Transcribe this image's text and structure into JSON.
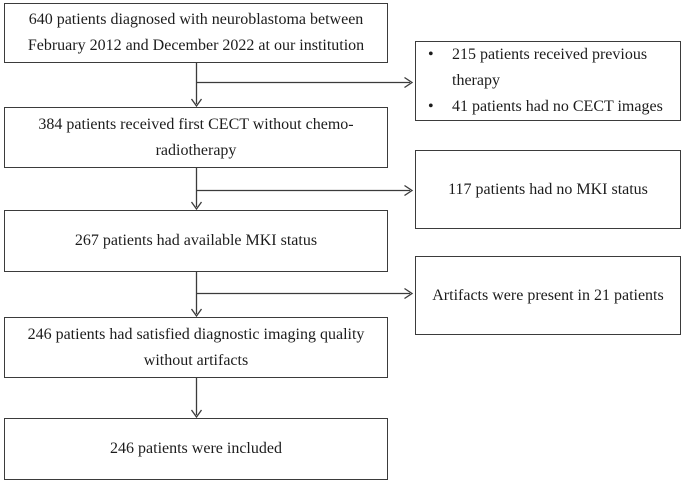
{
  "figure": {
    "colors": {
      "background": "#ffffff",
      "box_border": "#3b3b3b",
      "arrow": "#3b3b3b",
      "text": "#1c1c1c"
    },
    "bullet_glyph": "•",
    "main_boxes": [
      {
        "lines": [
          "640 patients diagnosed with neuroblastoma between",
          "February 2012 and December 2022 at our institution"
        ]
      },
      {
        "lines": [
          "384 patients received first CECT without chemo-",
          "radiotherapy"
        ]
      },
      {
        "lines": [
          "267 patients had available MKI status"
        ]
      },
      {
        "lines": [
          "246 patients had satisfied diagnostic imaging quality",
          "without artifacts"
        ]
      },
      {
        "lines": [
          "246 patients were included"
        ]
      }
    ],
    "side_boxes": [
      {
        "items": [
          {
            "lines": [
              "215 patients received previous",
              "therapy"
            ]
          },
          {
            "lines": [
              "41 patients had no CECT images"
            ]
          }
        ]
      },
      {
        "text": "117 patients had no MKI status"
      },
      {
        "text": "Artifacts were present in 21 patients"
      }
    ]
  }
}
